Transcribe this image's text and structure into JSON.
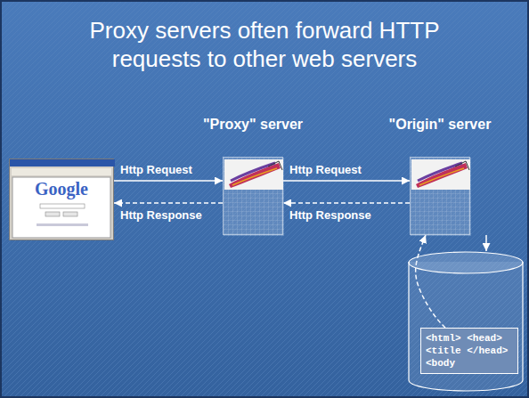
{
  "diagram": {
    "title": "Proxy servers often forward HTTP requests to other web servers",
    "nodes": [
      {
        "text": [
          "Google"
        ]
      },
      {
        "text": [
          "\"Proxy\" server"
        ]
      },
      {
        "text": [
          "\"Origin\" server"
        ]
      },
      {
        "text": [
          "<html> <head> <title </head> <body"
        ]
      }
    ],
    "edges": [
      {
        "from": 0,
        "to": 1,
        "label": "Http Request",
        "arrow": "to"
      },
      {
        "from": 1,
        "to": 0,
        "label": "Http Response",
        "arrow": "to"
      },
      {
        "from": 1,
        "to": 2,
        "label": "Http Request",
        "arrow": "to"
      },
      {
        "from": 2,
        "to": 1,
        "label": "Http Response",
        "arrow": "to"
      },
      {
        "from": 2,
        "to": 3,
        "arrow": "to"
      },
      {
        "from": 3,
        "to": 2,
        "arrow": "to"
      }
    ]
  }
}
